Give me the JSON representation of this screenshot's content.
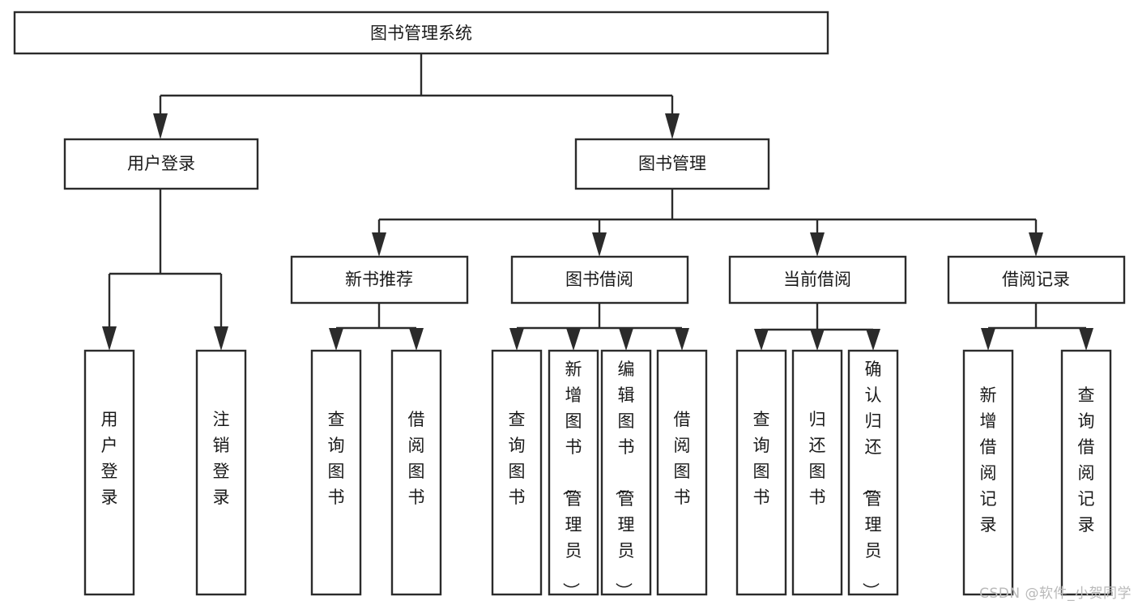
{
  "diagram": {
    "type": "tree",
    "title": "图书管理系统",
    "watermark": "CSDN @软件_小贺同学",
    "colors": {
      "stroke": "#2b2b2b",
      "fill": "#ffffff",
      "text": "#1a1a1a",
      "watermark": "#b9b9b9",
      "background": "#ffffff"
    },
    "levels": {
      "root": {
        "label": "图书管理系统"
      },
      "level1": [
        {
          "label": "用户登录"
        },
        {
          "label": "图书管理"
        }
      ],
      "level2": [
        {
          "label": "新书推荐",
          "parent": "图书管理"
        },
        {
          "label": "图书借阅",
          "parent": "图书管理"
        },
        {
          "label": "当前借阅",
          "parent": "图书管理"
        },
        {
          "label": "借阅记录",
          "parent": "图书管理"
        }
      ],
      "leaves": [
        {
          "label": "用户登录",
          "parent": "用户登录"
        },
        {
          "label": "注销登录",
          "parent": "用户登录"
        },
        {
          "label": "查询图书",
          "parent": "新书推荐"
        },
        {
          "label": "借阅图书",
          "parent": "新书推荐"
        },
        {
          "label": "查询图书",
          "parent": "图书借阅"
        },
        {
          "label": "新增图书（管理员）",
          "parent": "图书借阅"
        },
        {
          "label": "编辑图书（管理员）",
          "parent": "图书借阅"
        },
        {
          "label": "借阅图书",
          "parent": "图书借阅"
        },
        {
          "label": "查询图书",
          "parent": "当前借阅"
        },
        {
          "label": "归还图书",
          "parent": "当前借阅"
        },
        {
          "label": "确认归还（管理员）",
          "parent": "当前借阅"
        },
        {
          "label": "新增借阅记录",
          "parent": "借阅记录"
        },
        {
          "label": "查询借阅记录",
          "parent": "借阅记录"
        }
      ]
    },
    "nodes": {
      "root": "图书管理系统",
      "n_user_login": "用户登录",
      "n_book_manage": "图书管理",
      "n_new_book_rec": "新书推荐",
      "n_book_borrow": "图书借阅",
      "n_current_borrow": "当前借阅",
      "n_borrow_record": "借阅记录",
      "l_user_login": "用户登录",
      "l_logout": "注销登录",
      "l_query_book_1": "查询图书",
      "l_borrow_book_1": "借阅图书",
      "l_query_book_2": "查询图书",
      "l_add_book": "新增图书（管理员）",
      "l_edit_book": "编辑图书（管理员）",
      "l_borrow_book_2": "借阅图书",
      "l_query_book_3": "查询图书",
      "l_return_book": "归还图书",
      "l_confirm_return": "确认归还（管理员）",
      "l_add_record": "新增借阅记录",
      "l_query_record": "查询借阅记录"
    }
  }
}
